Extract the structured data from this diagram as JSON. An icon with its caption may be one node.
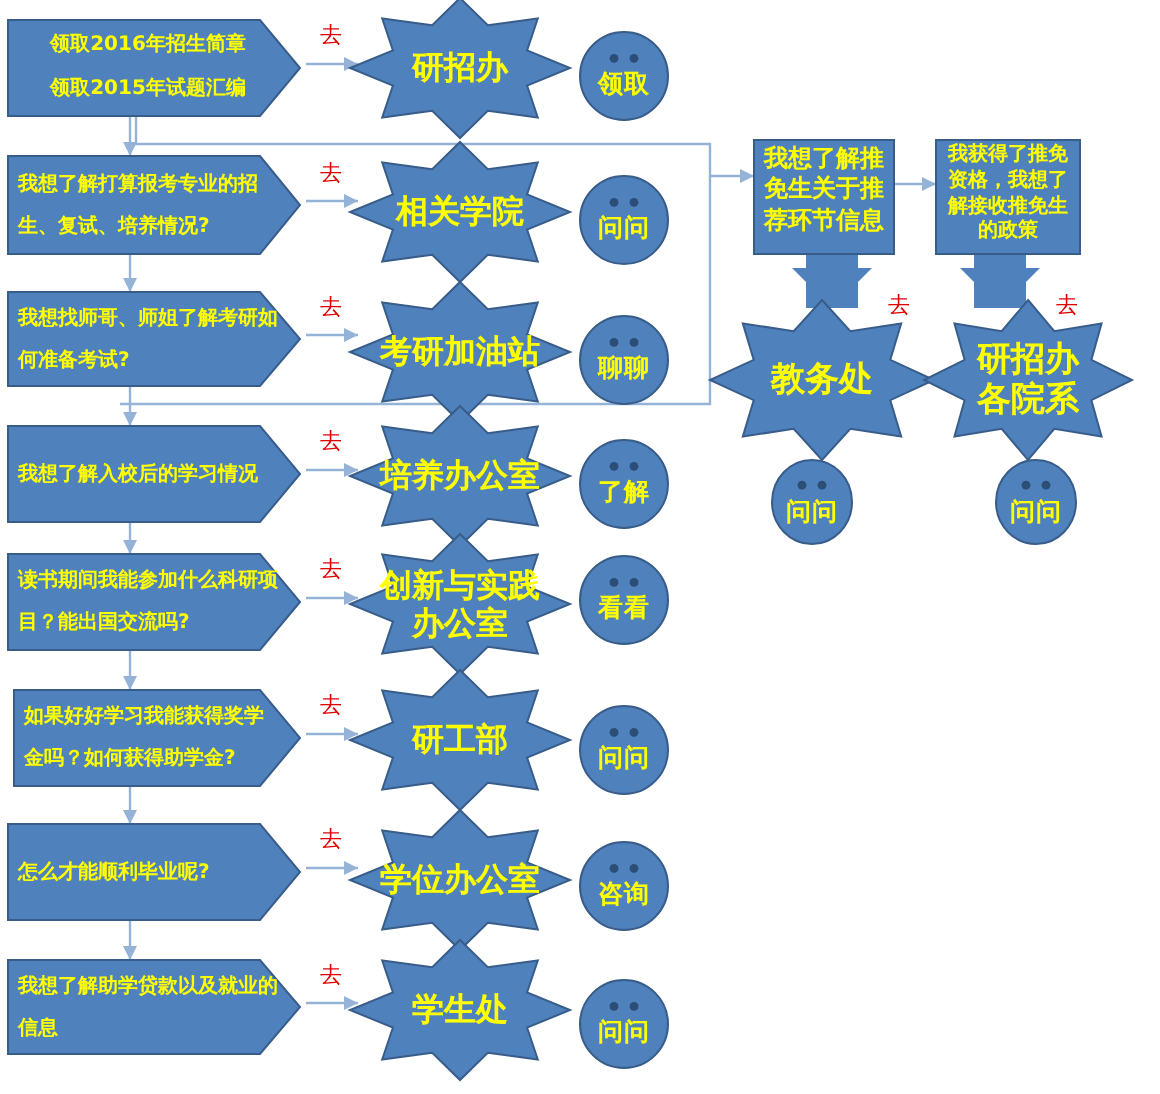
{
  "diagram": {
    "nodes": [
      {
        "text": [
          "领取2016年招生简章",
          "领取2015年试题汇编"
        ]
      },
      {
        "text": [
          "研招办"
        ]
      },
      {
        "text": [
          "领取"
        ]
      },
      {
        "text": [
          "我想了解打算报考专业的招生、复试、培养情况?"
        ]
      },
      {
        "text": [
          "相关学院"
        ]
      },
      {
        "text": [
          "问问"
        ]
      },
      {
        "text": [
          "我想找师哥、师姐了解考研如何准备考试?"
        ]
      },
      {
        "text": [
          "考研加油站"
        ]
      },
      {
        "text": [
          "聊聊"
        ]
      },
      {
        "text": [
          "我想了解入校后的学习情况"
        ]
      },
      {
        "text": [
          "培养办公室"
        ]
      },
      {
        "text": [
          "了解"
        ]
      },
      {
        "text": [
          "读书期间我能参加什么科研项目？能出国交流吗?"
        ]
      },
      {
        "text": [
          "创新与实践办公室"
        ]
      },
      {
        "text": [
          "看看"
        ]
      },
      {
        "text": [
          "如果好好学习我能获得奖学金吗？如何获得助学金?"
        ]
      },
      {
        "text": [
          "研工部"
        ]
      },
      {
        "text": [
          "问问"
        ]
      },
      {
        "text": [
          "怎么才能顺利毕业呢?"
        ]
      },
      {
        "text": [
          "学位办公室"
        ]
      },
      {
        "text": [
          "咨询"
        ]
      },
      {
        "text": [
          "我想了解助学贷款以及就业的信息"
        ]
      },
      {
        "text": [
          "学生处"
        ]
      },
      {
        "text": [
          "问问"
        ]
      },
      {
        "text": [
          "我想了解推免生关于推荐环节信息"
        ]
      },
      {
        "text": [
          "我获得了推免资格，我想了解接收推免生的政策"
        ]
      },
      {
        "text": [
          "教务处"
        ]
      },
      {
        "text": [
          "研招办各院系"
        ]
      },
      {
        "text": [
          "问问"
        ]
      },
      {
        "text": [
          "问问"
        ]
      }
    ],
    "edges": [
      {
        "from": 0,
        "to": 1,
        "arrow": "to",
        "label": "去"
      },
      {
        "from": 3,
        "to": 4,
        "arrow": "to",
        "label": "去"
      },
      {
        "from": 6,
        "to": 7,
        "arrow": "to",
        "label": "去"
      },
      {
        "from": 9,
        "to": 10,
        "arrow": "to",
        "label": "去"
      },
      {
        "from": 12,
        "to": 13,
        "arrow": "to",
        "label": "去"
      },
      {
        "from": 15,
        "to": 16,
        "arrow": "to",
        "label": "去"
      },
      {
        "from": 18,
        "to": 19,
        "arrow": "to",
        "label": "去"
      },
      {
        "from": 21,
        "to": 22,
        "arrow": "to",
        "label": "去"
      },
      {
        "from": 0,
        "to": 3,
        "arrow": "to"
      },
      {
        "from": 3,
        "to": 6,
        "arrow": "to"
      },
      {
        "from": 6,
        "to": 9,
        "arrow": "to"
      },
      {
        "from": 9,
        "to": 12,
        "arrow": "to"
      },
      {
        "from": 12,
        "to": 15,
        "arrow": "to"
      },
      {
        "from": 15,
        "to": 18,
        "arrow": "to"
      },
      {
        "from": 18,
        "to": 21,
        "arrow": "to"
      },
      {
        "from": 0,
        "to": 24,
        "arrow": "to"
      },
      {
        "from": 24,
        "to": 25,
        "arrow": "to"
      },
      {
        "from": 24,
        "to": 26,
        "arrow": "to",
        "label": "去",
        "style": "thick",
        "color": "#4f81bd"
      },
      {
        "from": 25,
        "to": 27,
        "arrow": "to",
        "label": "去",
        "style": "thick",
        "color": "#4f81bd"
      }
    ]
  }
}
